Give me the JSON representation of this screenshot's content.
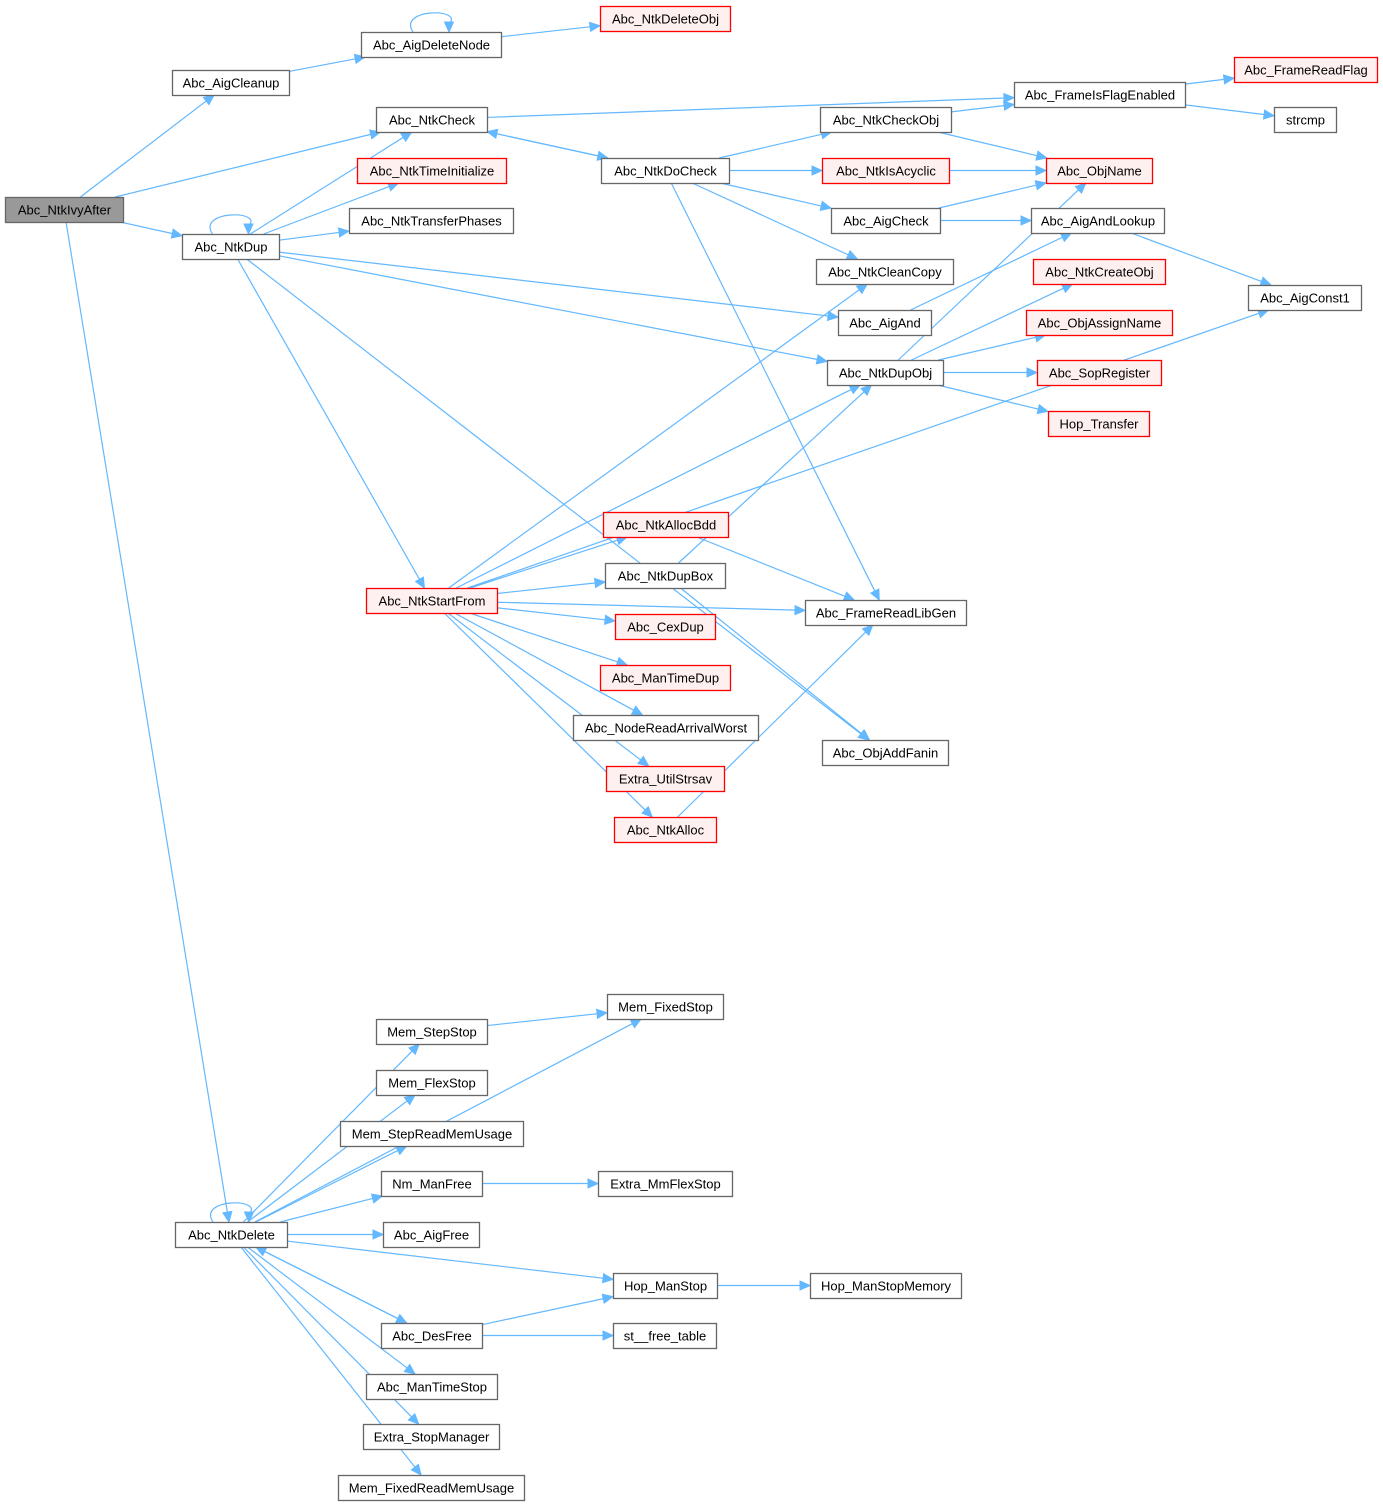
{
  "title": "Abc_NtkIvyAfter call graph",
  "colors": {
    "edge": "#63b8ff",
    "root_fill": "#999999",
    "root_border": "#666666",
    "normal_fill": "#ffffff",
    "normal_border": "#666666",
    "truncated_fill": "#fff0f0",
    "truncated_border": "#ff0000"
  },
  "nodes": [
    {
      "id": "n0",
      "label": "Abc_NtkIvyAfter",
      "kind": "root"
    },
    {
      "id": "n1",
      "label": "Abc_AigCleanup",
      "kind": "normal"
    },
    {
      "id": "n2",
      "label": "Abc_AigDeleteNode",
      "kind": "normal"
    },
    {
      "id": "n3",
      "label": "Abc_NtkDeleteObj",
      "kind": "truncated"
    },
    {
      "id": "n4",
      "label": "Abc_NtkCheck",
      "kind": "normal"
    },
    {
      "id": "n5",
      "label": "Abc_FrameIsFlagEnabled",
      "kind": "normal"
    },
    {
      "id": "n6",
      "label": "Abc_FrameReadFlag",
      "kind": "truncated"
    },
    {
      "id": "n7",
      "label": "strcmp",
      "kind": "normal"
    },
    {
      "id": "n8",
      "label": "Abc_NtkDoCheck",
      "kind": "normal"
    },
    {
      "id": "n9",
      "label": "Abc_AigCheck",
      "kind": "normal"
    },
    {
      "id": "n10",
      "label": "Abc_AigAndLookup",
      "kind": "normal"
    },
    {
      "id": "n11",
      "label": "Abc_AigConst1",
      "kind": "normal"
    },
    {
      "id": "n12",
      "label": "Abc_ObjName",
      "kind": "truncated"
    },
    {
      "id": "n13",
      "label": "Abc_FrameReadLibGen",
      "kind": "normal"
    },
    {
      "id": "n14",
      "label": "Abc_NtkCheckObj",
      "kind": "normal"
    },
    {
      "id": "n15",
      "label": "Abc_NtkCleanCopy",
      "kind": "normal"
    },
    {
      "id": "n16",
      "label": "Abc_NtkIsAcyclic",
      "kind": "truncated"
    },
    {
      "id": "n17",
      "label": "Abc_NtkDup",
      "kind": "normal"
    },
    {
      "id": "n18",
      "label": "Abc_AigAnd",
      "kind": "normal"
    },
    {
      "id": "n19",
      "label": "Abc_NtkDupObj",
      "kind": "normal"
    },
    {
      "id": "n20",
      "label": "Abc_NtkCreateObj",
      "kind": "truncated"
    },
    {
      "id": "n21",
      "label": "Abc_ObjAssignName",
      "kind": "truncated"
    },
    {
      "id": "n22",
      "label": "Abc_SopRegister",
      "kind": "truncated"
    },
    {
      "id": "n23",
      "label": "Hop_Transfer",
      "kind": "truncated"
    },
    {
      "id": "n24",
      "label": "Abc_NtkStartFrom",
      "kind": "truncated"
    },
    {
      "id": "n25",
      "label": "Abc_NtkAllocBdd",
      "kind": "truncated"
    },
    {
      "id": "n26",
      "label": "Abc_NtkDupBox",
      "kind": "normal"
    },
    {
      "id": "n27",
      "label": "Abc_ObjAddFanin",
      "kind": "normal"
    },
    {
      "id": "n28",
      "label": "Abc_CexDup",
      "kind": "truncated"
    },
    {
      "id": "n29",
      "label": "Abc_ManTimeDup",
      "kind": "truncated"
    },
    {
      "id": "n30",
      "label": "Abc_NodeReadArrivalWorst",
      "kind": "normal"
    },
    {
      "id": "n31",
      "label": "Extra_UtilStrsav",
      "kind": "truncated"
    },
    {
      "id": "n32",
      "label": "Abc_NtkAlloc",
      "kind": "truncated"
    },
    {
      "id": "n33",
      "label": "Abc_NtkTimeInitialize",
      "kind": "truncated"
    },
    {
      "id": "n34",
      "label": "Abc_NtkTransferPhases",
      "kind": "normal"
    },
    {
      "id": "n35",
      "label": "Abc_NtkDelete",
      "kind": "normal"
    },
    {
      "id": "n36",
      "label": "Abc_AigFree",
      "kind": "normal"
    },
    {
      "id": "n37",
      "label": "Abc_DesFree",
      "kind": "normal"
    },
    {
      "id": "n38",
      "label": "Hop_ManStop",
      "kind": "normal"
    },
    {
      "id": "n39",
      "label": "Hop_ManStopMemory",
      "kind": "normal"
    },
    {
      "id": "n40",
      "label": "st__free_table",
      "kind": "normal"
    },
    {
      "id": "n41",
      "label": "Abc_ManTimeStop",
      "kind": "normal"
    },
    {
      "id": "n42",
      "label": "Extra_StopManager",
      "kind": "normal"
    },
    {
      "id": "n43",
      "label": "Mem_FixedReadMemUsage",
      "kind": "normal"
    },
    {
      "id": "n44",
      "label": "Mem_FixedStop",
      "kind": "normal"
    },
    {
      "id": "n45",
      "label": "Mem_FlexStop",
      "kind": "normal"
    },
    {
      "id": "n46",
      "label": "Mem_StepReadMemUsage",
      "kind": "normal"
    },
    {
      "id": "n47",
      "label": "Mem_StepStop",
      "kind": "normal"
    },
    {
      "id": "n48",
      "label": "Nm_ManFree",
      "kind": "normal"
    },
    {
      "id": "n49",
      "label": "Extra_MmFlexStop",
      "kind": "normal"
    }
  ],
  "edges": [
    [
      "n0",
      "n1"
    ],
    [
      "n0",
      "n4"
    ],
    [
      "n0",
      "n17"
    ],
    [
      "n0",
      "n35"
    ],
    [
      "n1",
      "n2"
    ],
    [
      "n2",
      "n2"
    ],
    [
      "n2",
      "n3"
    ],
    [
      "n4",
      "n5"
    ],
    [
      "n4",
      "n8"
    ],
    [
      "n5",
      "n6"
    ],
    [
      "n5",
      "n7"
    ],
    [
      "n8",
      "n4"
    ],
    [
      "n8",
      "n14"
    ],
    [
      "n8",
      "n16"
    ],
    [
      "n8",
      "n9"
    ],
    [
      "n8",
      "n15"
    ],
    [
      "n8",
      "n13"
    ],
    [
      "n9",
      "n10"
    ],
    [
      "n9",
      "n12"
    ],
    [
      "n10",
      "n11"
    ],
    [
      "n14",
      "n5"
    ],
    [
      "n14",
      "n12"
    ],
    [
      "n16",
      "n12"
    ],
    [
      "n17",
      "n17"
    ],
    [
      "n17",
      "n4"
    ],
    [
      "n17",
      "n33"
    ],
    [
      "n17",
      "n34"
    ],
    [
      "n17",
      "n18"
    ],
    [
      "n17",
      "n19"
    ],
    [
      "n17",
      "n24"
    ],
    [
      "n17",
      "n27"
    ],
    [
      "n18",
      "n10"
    ],
    [
      "n19",
      "n12"
    ],
    [
      "n19",
      "n20"
    ],
    [
      "n19",
      "n21"
    ],
    [
      "n19",
      "n22"
    ],
    [
      "n19",
      "n23"
    ],
    [
      "n24",
      "n15"
    ],
    [
      "n24",
      "n19"
    ],
    [
      "n24",
      "n11"
    ],
    [
      "n24",
      "n25"
    ],
    [
      "n24",
      "n26"
    ],
    [
      "n24",
      "n28"
    ],
    [
      "n24",
      "n29"
    ],
    [
      "n24",
      "n30"
    ],
    [
      "n24",
      "n31"
    ],
    [
      "n24",
      "n32"
    ],
    [
      "n24",
      "n13"
    ],
    [
      "n25",
      "n13"
    ],
    [
      "n26",
      "n19"
    ],
    [
      "n26",
      "n27"
    ],
    [
      "n32",
      "n13"
    ],
    [
      "n35",
      "n35"
    ],
    [
      "n35",
      "n44"
    ],
    [
      "n35",
      "n47"
    ],
    [
      "n35",
      "n45"
    ],
    [
      "n35",
      "n46"
    ],
    [
      "n35",
      "n48"
    ],
    [
      "n35",
      "n36"
    ],
    [
      "n35",
      "n38"
    ],
    [
      "n35",
      "n37"
    ],
    [
      "n35",
      "n41"
    ],
    [
      "n35",
      "n42"
    ],
    [
      "n35",
      "n43"
    ],
    [
      "n37",
      "n35"
    ],
    [
      "n37",
      "n38"
    ],
    [
      "n37",
      "n40"
    ],
    [
      "n38",
      "n39"
    ],
    [
      "n47",
      "n44"
    ],
    [
      "n48",
      "n49"
    ]
  ]
}
